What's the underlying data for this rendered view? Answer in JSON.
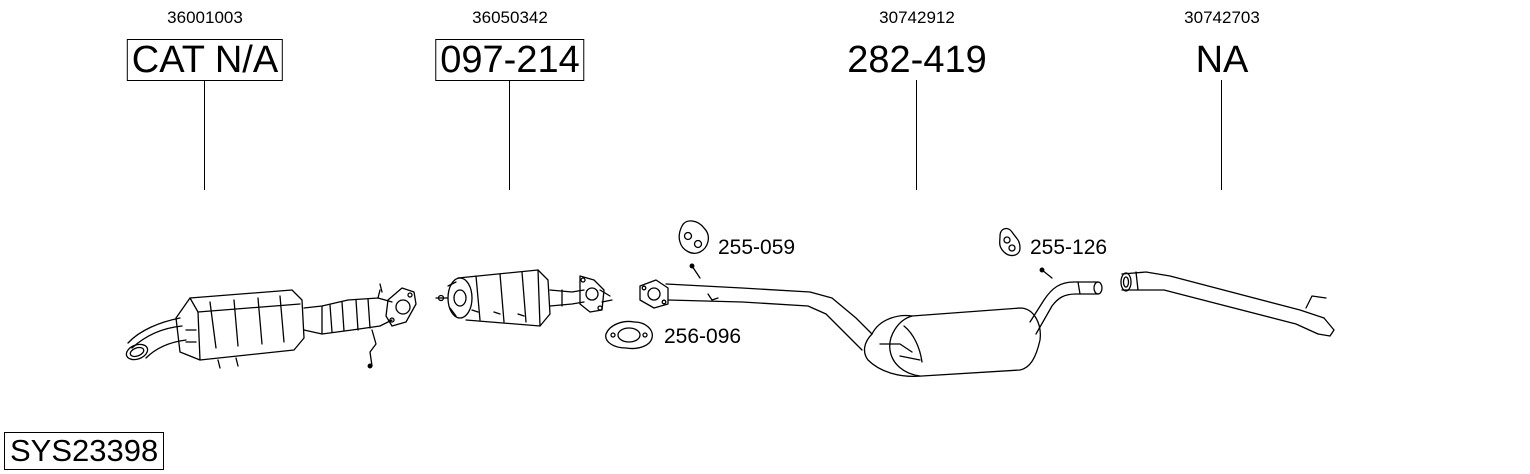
{
  "groups": [
    {
      "oem": "36001003",
      "part": "CAT N/A"
    },
    {
      "oem": "36050342",
      "part": "097-214"
    },
    {
      "oem": "30742912",
      "part": "282-419"
    },
    {
      "oem": "30742703",
      "part": "NA"
    }
  ],
  "small_parts": {
    "hanger_1": "255-059",
    "hanger_2": "255-126",
    "gasket": "256-096"
  },
  "system_id": "SYS23398"
}
